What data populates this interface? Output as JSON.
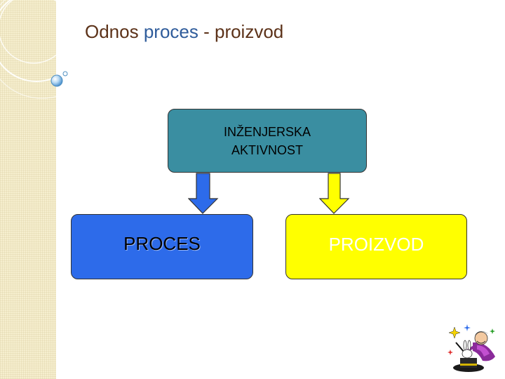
{
  "title": {
    "part1": "Odnos ",
    "part2": "proces",
    "part3": " - proizvod"
  },
  "nodes": {
    "top": "INŽENJERSKA AKTIVNOST",
    "left": "PROCES",
    "right": "PROIZVOD"
  },
  "colors": {
    "sidebar": "#f6efcf",
    "top_box": "#3a8ea1",
    "proces_box": "#2d6bea",
    "proizvod_box": "#ffff00",
    "title_dark": "#5c3219",
    "title_blue": "#2f5c9b"
  },
  "icons": [
    "decorative-circles",
    "bubble-icon",
    "magician-clipart"
  ]
}
